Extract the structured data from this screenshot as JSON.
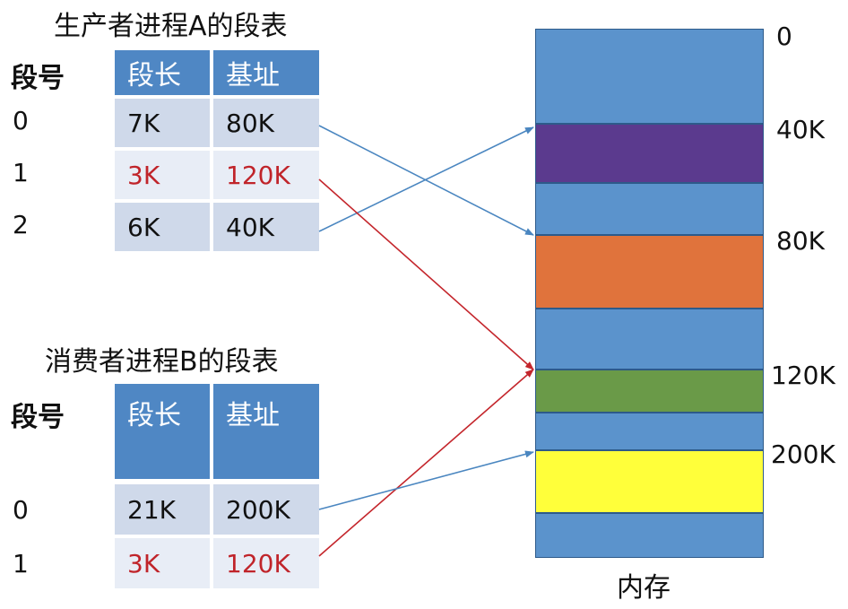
{
  "tableA": {
    "title": "生产者进程A的段表",
    "segno_label": "段号",
    "col_len": "段长",
    "col_base": "基址",
    "rows": [
      {
        "seg": "0",
        "len": "7K",
        "base": "80K"
      },
      {
        "seg": "1",
        "len": "3K",
        "base": "120K"
      },
      {
        "seg": "2",
        "len": "6K",
        "base": "40K"
      }
    ]
  },
  "tableB": {
    "title": "消费者进程B的段表",
    "segno_label": "段号",
    "col_len": "段长",
    "col_base": "基址",
    "rows": [
      {
        "seg": "0",
        "len": "21K",
        "base": "200K"
      },
      {
        "seg": "1",
        "len": "3K",
        "base": "120K"
      }
    ]
  },
  "memory": {
    "label": "内存",
    "addresses": [
      "0",
      "40K",
      "80K",
      "120K",
      "200K"
    ]
  },
  "colors": {
    "header_blue": "#4f87c4",
    "memory_blue": "#5b93cc",
    "segment_purple": "#5b3a8e",
    "segment_orange": "#e0733c",
    "segment_green": "#6a9a48",
    "segment_yellow": "#ffff3a",
    "arrow_blue": "#4a86c0",
    "arrow_red": "#c4262c",
    "highlight_red": "#c0242a"
  }
}
